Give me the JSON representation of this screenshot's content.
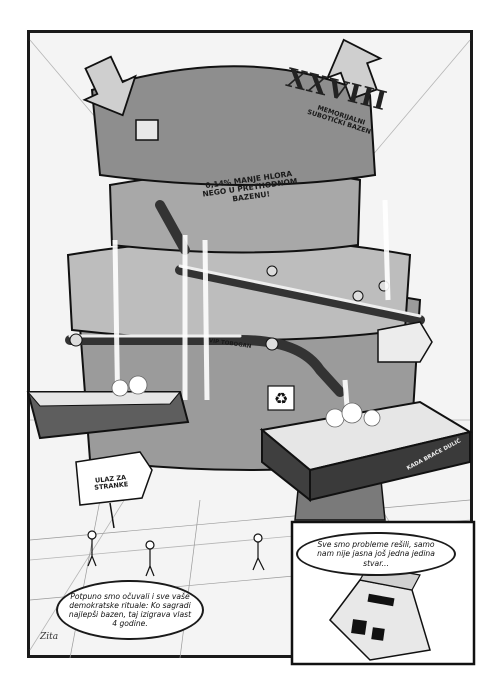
{
  "comic": {
    "pool_numeral": "XXVIII",
    "pool_title": "MEMORIJALNI SUBOTIČKI BAZEN",
    "chlorine_sign": "0,14% MANJE HLORA NEGO U PRETHODNOM BAZENU!",
    "vip_slide": "VIP TOBOGAN",
    "tub_label": "KADA BRAĆE DULIĆ",
    "entrance_sign": "ULAZ ZA STRANKE",
    "speech_left": "Potpuno smo očuvali i sve vaše demokratske rituale: Ko sagradi najlepši bazen, taj izigrava vlast 4 godine.",
    "speech_right": "Sve smo probleme rešili, samo nam nije jasna još jedna jedina stvar...",
    "signature": "Zita"
  }
}
